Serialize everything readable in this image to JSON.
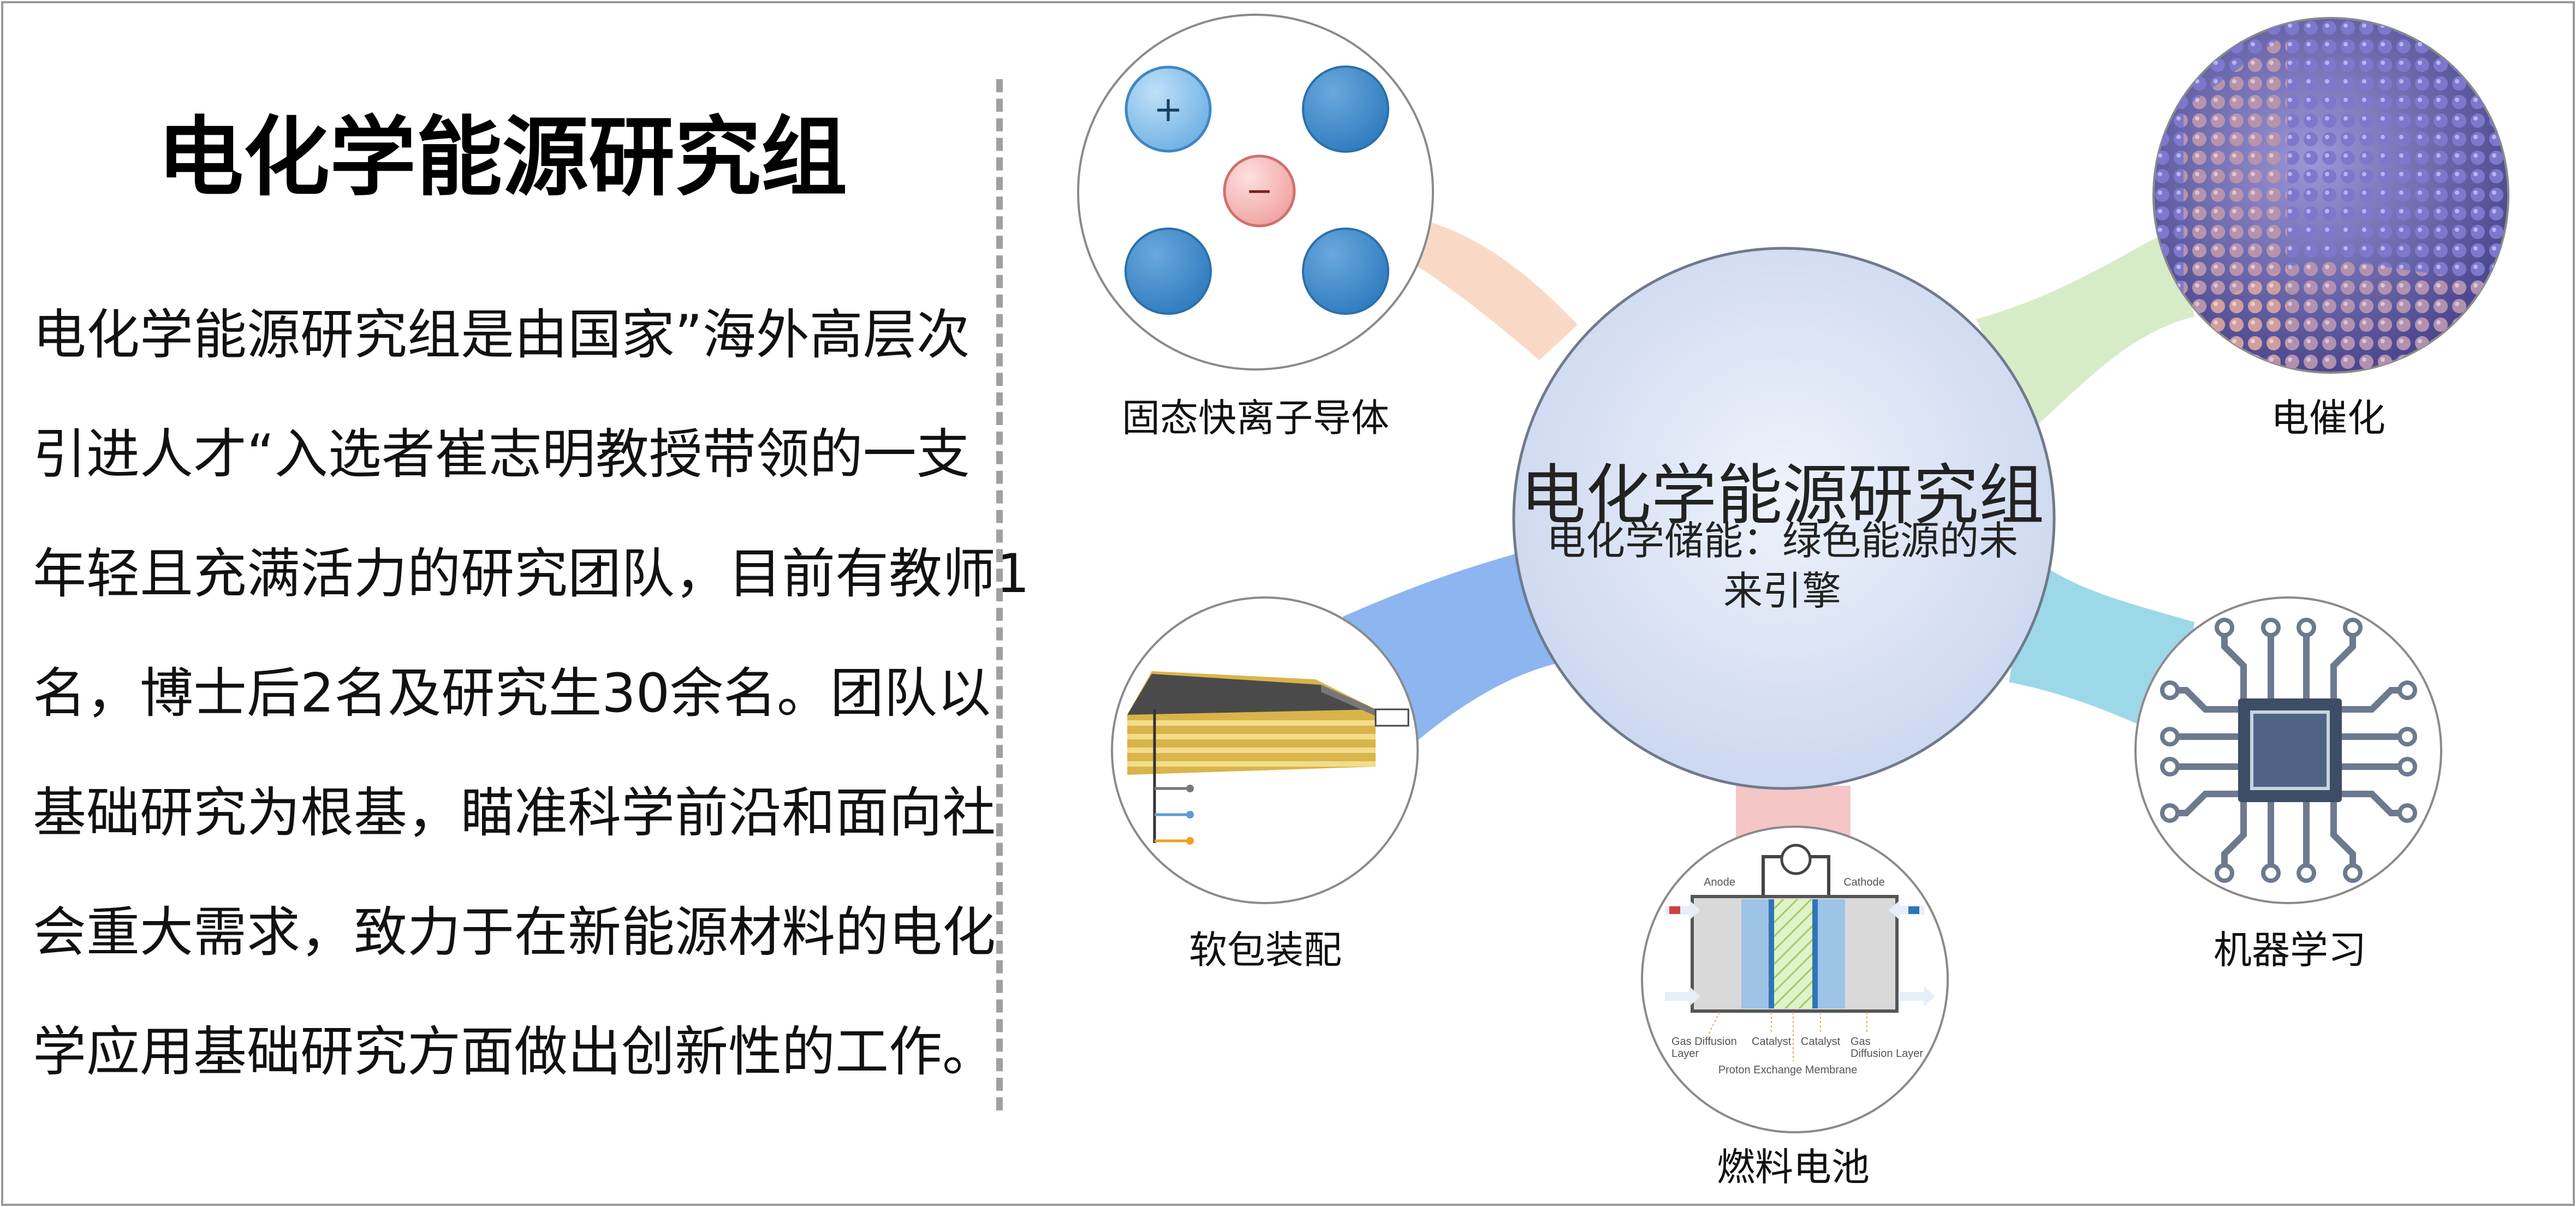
{
  "left_panel": {
    "title": "电化学能源研究组",
    "intro_lines": [
      "电化学能源研究组是由国家”海外高层次",
      "引进人才“入选者崔志明教授带领的一支",
      "年轻且充满活力的研究团队，目前有教师1",
      "名，博士后2名及研究生30余名。团队以",
      "基础研究为根基，瞄准科学前沿和面向社",
      "会重大需求，致力于在新能源材料的电化",
      "学应用基础研究方面做出创新性的工作。"
    ]
  },
  "center": {
    "title": "电化学能源研究组",
    "subtitle": "电化学储能：绿色能源的未来引擎"
  },
  "nodes": [
    {
      "id": "solid-ion",
      "label": "固态快离子导体",
      "icon": "ion-charges-icon",
      "band_color": "#f9d9c6"
    },
    {
      "id": "electrocatalysis",
      "label": "电催化",
      "icon": "atom-lattice-icon",
      "band_color": "#d6ecc6"
    },
    {
      "id": "pouch-cell",
      "label": "软包装配",
      "icon": "pouch-cell-icon",
      "band_color": "#8db5f0"
    },
    {
      "id": "machine-learning",
      "label": "机器学习",
      "icon": "chip-icon",
      "band_color": "#9dd8e8"
    },
    {
      "id": "fuel-cell",
      "label": "燃料电池",
      "icon": "fuel-cell-icon",
      "band_color": "#f4c6c6"
    }
  ],
  "symbols": {
    "plus": "+",
    "minus": "−"
  },
  "fuel_cell_labels": {
    "anode": "Anode",
    "cathode": "Cathode",
    "gdl_left_1": "Gas Diffusion",
    "gdl_left_2": "Layer",
    "catalyst_left": "Catalyst",
    "catalyst_right": "Catalyst",
    "gdl_right_1": "Gas",
    "gdl_right_2": "Diffusion Layer",
    "membrane": "Proton Exchange Membrane"
  }
}
